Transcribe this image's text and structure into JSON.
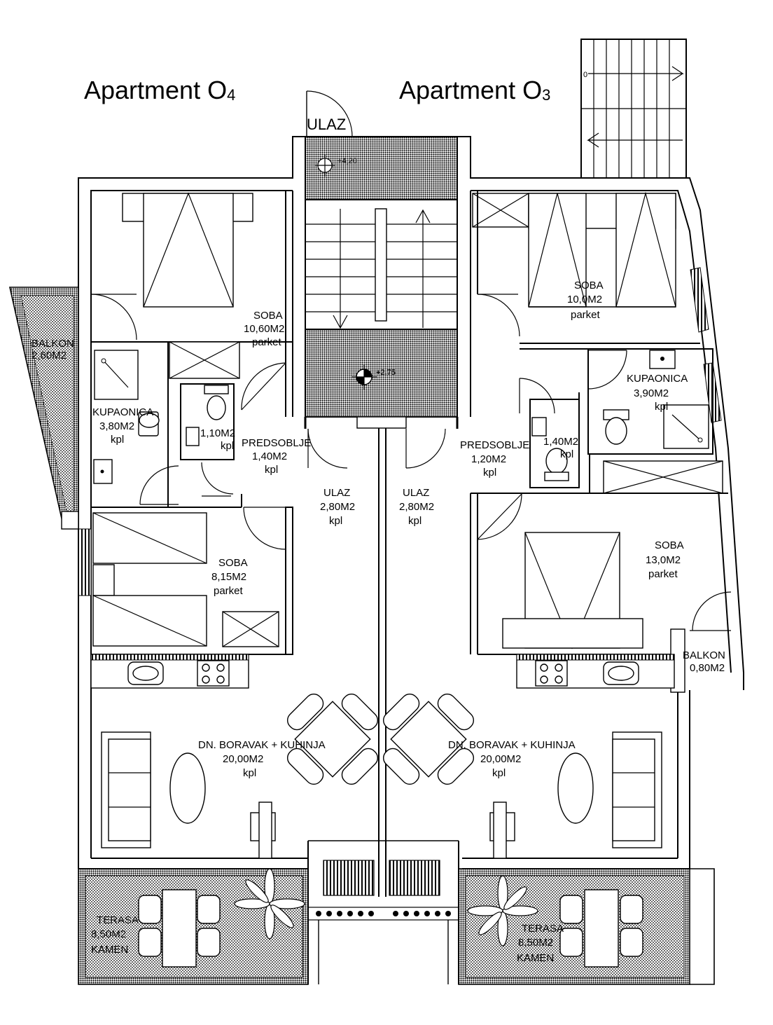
{
  "titles": {
    "left": {
      "text": "Apartment O",
      "sub": "4"
    },
    "right": {
      "text": "Apartment O",
      "sub": "3"
    }
  },
  "entrance": {
    "label": "ULAZ",
    "level_top": "+4,20",
    "level_mid": "+2,75",
    "stair_mark": "0"
  },
  "rooms_left": {
    "soba_big": [
      "SOBA",
      "10,60M2",
      "parket"
    ],
    "balkon": [
      "BALKON",
      "2,60M2"
    ],
    "kupaonica": [
      "KUPAONICA",
      "3,80M2",
      "kpl"
    ],
    "wc": [
      "1,10M2",
      "kpl"
    ],
    "predsoblje": [
      "PREDSOBLJE",
      "1,40M2",
      "kpl"
    ],
    "ulaz": [
      "ULAZ",
      "2,80M2",
      "kpl"
    ],
    "soba_small": [
      "SOBA",
      "8,15M2",
      "parket"
    ],
    "boravak": [
      "DN.  BORAVAK  +  KUHINJA",
      "20,00M2",
      "kpl"
    ],
    "terasa": [
      "TERASA",
      "8,50M2",
      "KAMEN"
    ]
  },
  "rooms_right": {
    "soba_top": [
      "SOBA",
      "10,0M2",
      "parket"
    ],
    "kupaonica": [
      "KUPAONICA",
      "3,90M2",
      "kpl"
    ],
    "wc": [
      "1,40M2",
      "kpl"
    ],
    "predsoblje": [
      "PREDSOBLJE",
      "1,20M2",
      "kpl"
    ],
    "ulaz": [
      "ULAZ",
      "2,80M2",
      "kpl"
    ],
    "soba_big": [
      "SOBA",
      "13,0M2",
      "parket"
    ],
    "balkon": [
      "BALKON",
      "0,80M2"
    ],
    "boravak": [
      "DN.  BORAVAK  +  KUHINJA",
      "20,00M2",
      "kpl"
    ],
    "terasa": [
      "TERASA",
      "8,50M2",
      "KAMEN"
    ]
  }
}
